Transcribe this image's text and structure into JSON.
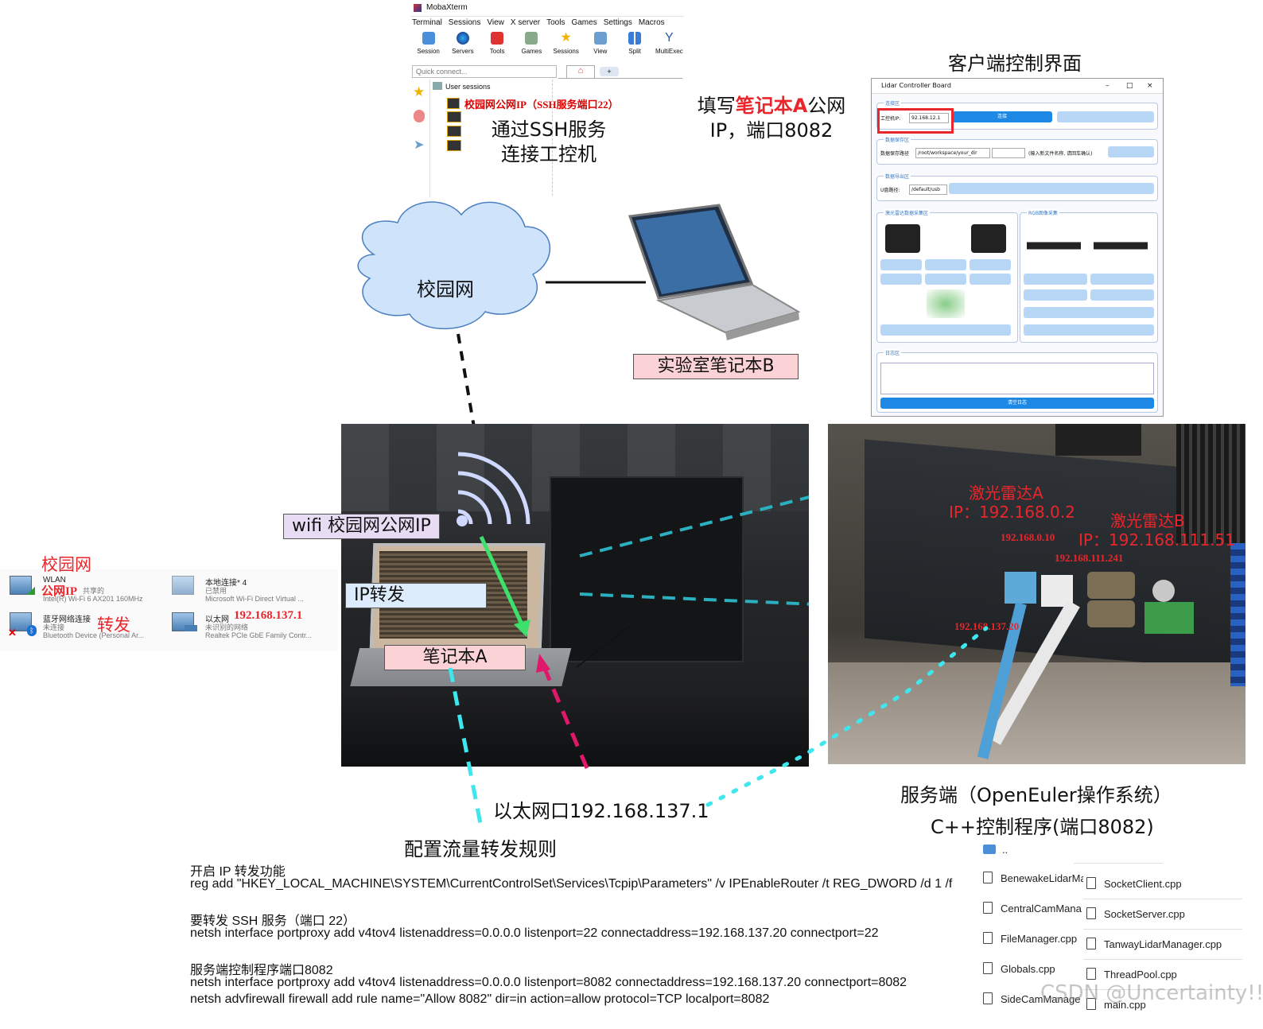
{
  "mobaxterm": {
    "title": "MobaXterm",
    "menu": [
      "Terminal",
      "Sessions",
      "View",
      "X server",
      "Tools",
      "Games",
      "Settings",
      "Macros"
    ],
    "toolbar": [
      "Session",
      "Servers",
      "Tools",
      "Games",
      "Sessions",
      "View",
      "Split",
      "MultiExec"
    ],
    "quick_connect": "Quick connect...",
    "user_sessions": "User sessions",
    "session_entry": "校园网公网IP（SSH服务端口22）"
  },
  "labels": {
    "ssh_caption_line1": "通过SSH服务",
    "ssh_caption_line2": "连接工控机",
    "fill_prefix": "填写",
    "fill_highlight": "笔记本A",
    "fill_suffix": "公网",
    "fill_line2": "IP，端口8082",
    "client_title": "客户端控制界面",
    "campus_net": "校园网",
    "laptop_b": "实验室笔记本B",
    "wifi_label": "wifi 校园网公网IP",
    "ip_forward": "IP转发",
    "laptop_a": "笔记本A",
    "campus_net_red": "校园网",
    "public_ip_red": "公网IP",
    "forward_red": "转发",
    "ethernet_port": "以太网口192.168.137.1",
    "config_rules": "配置流量转发规则",
    "server_line1": "服务端（OpenEuler操作系统）",
    "server_line2": "C++控制程序(端口8082)"
  },
  "photo_annotations": {
    "lidar_a": "激光雷达A",
    "lidar_a_ip": "IP：192.168.0.2",
    "ip_0_10": "192.168.0.10",
    "lidar_b": "激光雷达B",
    "lidar_b_ip": "IP：192.168.111.51",
    "ip_111_241": "192.168.111.241",
    "ip_137_20": "192.168.137.20"
  },
  "controller": {
    "window_title": "Lidar Controller Board",
    "group_connect": "连接区",
    "ip_label": "工控机IP:",
    "ip_value": "92.168.12.1",
    "connect_btn": "连接",
    "group_save": "数据保存区",
    "save_label": "数据保存路径",
    "save_path": "/root/workspace/your_dir",
    "save_hint": "(输入新文件名称, 请回车确认)",
    "group_export": "数据导出区",
    "export_label": "U盘路径:",
    "export_path": "/default/usb",
    "group_lidar": "激光雷达数据采集区",
    "group_rgb": "RGB图像采集",
    "group_log": "日志区",
    "clear_btn": "清空日志"
  },
  "adapters": [
    {
      "name": "WLAN",
      "status": "共享的",
      "device": "Intel(R) Wi-Fi 6 AX201 160MHz"
    },
    {
      "name": "本地连接* 4",
      "status": "已禁用",
      "device": "Microsoft Wi-Fi Direct Virtual ..."
    },
    {
      "name": "蓝牙网络连接",
      "status": "未连接",
      "device": "Bluetooth Device (Personal Ar..."
    },
    {
      "name": "以太网",
      "status": "未识别的网络",
      "device": "Realtek PCIe GbE Family Contr..."
    }
  ],
  "ethernet_ip_red": "192.168.137.1",
  "commands": {
    "h1": "开启 IP 转发功能",
    "c1": "reg add \"HKEY_LOCAL_MACHINE\\SYSTEM\\CurrentControlSet\\Services\\Tcpip\\Parameters\" /v IPEnableRouter /t REG_DWORD /d 1 /f",
    "h2": "要转发 SSH 服务（端口 22）",
    "c2": "netsh interface portproxy add v4tov4 listenaddress=0.0.0.0 listenport=22 connectaddress=192.168.137.20 connectport=22",
    "h3": "服务端控制程序端口8082",
    "c3": "netsh interface portproxy add v4tov4 listenaddress=0.0.0.0 listenport=8082 connectaddress=192.168.137.20 connectport=8082",
    "c4": "netsh advfirewall firewall add rule name=\"Allow 8082\" dir=in action=allow protocol=TCP localport=8082"
  },
  "files": {
    "parent": "..",
    "left": [
      "BenewakeLidarMa",
      "CentralCamMana",
      "FileManager.cpp",
      "Globals.cpp",
      "SideCamManage"
    ],
    "right": [
      "SocketClient.cpp",
      "SocketServer.cpp",
      "TanwayLidarManager.cpp",
      "ThreadPool.cpp",
      "main.cpp"
    ]
  },
  "watermark": "CSDN @Uncertainty!!",
  "colors": {
    "red": "#e8262b",
    "cyan_dash": "#2ab0c0",
    "magenta_dash": "#e0186c",
    "green_arrow": "#3ce06a",
    "boxed_pink": "#fbd3d6",
    "cloud": "#cfe3fb"
  }
}
